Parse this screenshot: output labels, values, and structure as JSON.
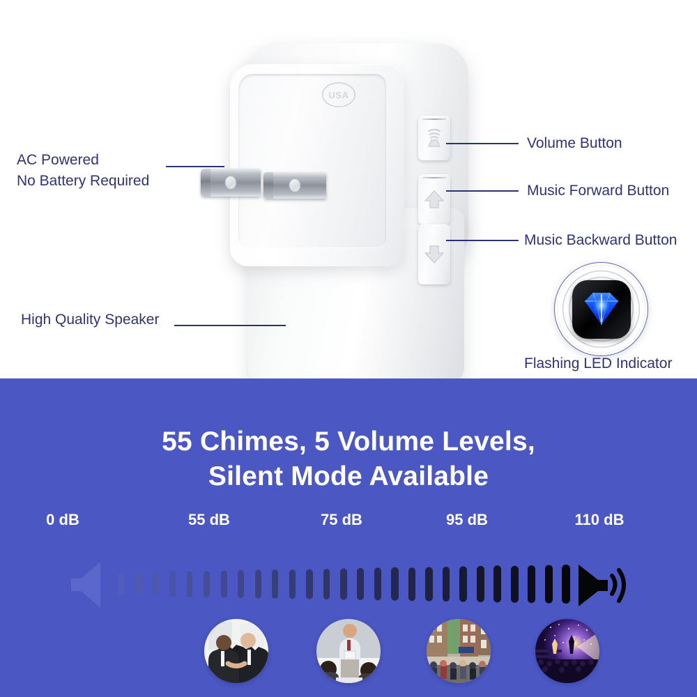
{
  "product": {
    "name": "plug-in-doorbell-chime",
    "usa_mark": "USA",
    "buttons": [
      {
        "name": "volume-button",
        "icon": "speaker-icon"
      },
      {
        "name": "music-forward-button",
        "icon": "up-arrow-icon"
      },
      {
        "name": "music-backward-button",
        "icon": "down-arrow-icon"
      }
    ]
  },
  "callouts": {
    "left": [
      {
        "id": "ac-power",
        "line1": "AC Powered",
        "line2": "No Battery Required"
      },
      {
        "id": "speaker",
        "line1": "High Quality Speaker",
        "line2": ""
      }
    ],
    "right": [
      {
        "id": "volume",
        "text": "Volume Button"
      },
      {
        "id": "music-forward",
        "text": "Music Forward Button"
      },
      {
        "id": "music-backward",
        "text": "Music Backward Button"
      }
    ]
  },
  "led_indicator": {
    "caption": "Flashing LED Indicator",
    "icon": "diamond-gem-icon",
    "glow_color": "#1e6bff"
  },
  "banner": {
    "background_color": "#4b57c2",
    "headline_line1": "55 Chimes, 5 Volume Levels,",
    "headline_line2": "Silent Mode Available",
    "left_icon": "speaker-muted-icon",
    "right_icon": "speaker-loud-icon"
  },
  "chart_data": {
    "type": "bar",
    "title": "55 Chimes, 5 Volume Levels, Silent Mode Available",
    "xlabel": "",
    "ylabel": "",
    "categories": [
      "0 dB",
      "55 dB",
      "75 dB",
      "95 dB",
      "110 dB"
    ],
    "values": [
      0,
      55,
      75,
      95,
      110
    ],
    "tick_positions_pct": [
      9,
      30,
      49,
      67,
      86
    ],
    "bars": 27,
    "bar_intensity_start": 0.1,
    "bar_intensity_end": 1.0,
    "axis_range": [
      0,
      110
    ],
    "grid": false,
    "legend": false,
    "note": "Volume level gradient bar from silent/0 dB to 110 dB"
  },
  "scenes": [
    {
      "id": "scene-business-meeting",
      "caption": "two businessmen shaking hands"
    },
    {
      "id": "scene-presentation",
      "caption": "man presenting to seated colleagues"
    },
    {
      "id": "scene-busy-street",
      "caption": "crowded city street with shops"
    },
    {
      "id": "scene-concert",
      "caption": "concert stage with crowd and lights"
    }
  ],
  "colors": {
    "banner_purple": "#4b57c2",
    "label_navy": "#2e3470",
    "lead_line": "#2b3272",
    "device_white": "#fbfbfc"
  }
}
